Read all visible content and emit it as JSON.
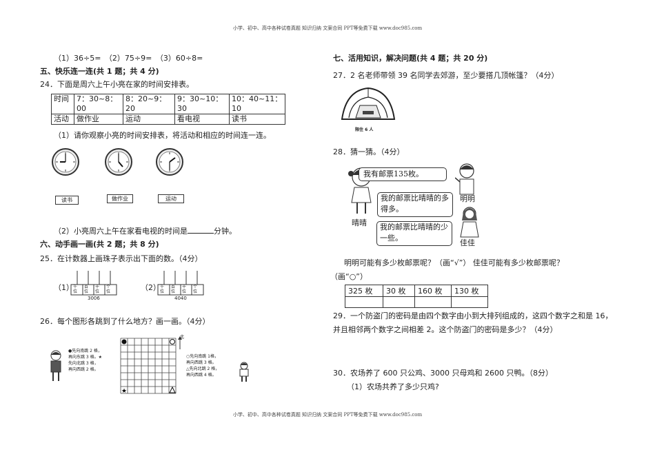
{
  "header_text": "小学、初中、高中各种试卷真题 知识归纳 文案合同 PPT等免费下载    www.doc985.com",
  "footer_text": "小学、初中、高中各种试卷真题 知识归纳 文案合同 PPT等免费下载    www.doc985.com",
  "left": {
    "calc_line": "（1）36÷5=　（2）75÷9=　（3）60÷8=",
    "sec5_title": "五、快乐连一连(共 1 题；共 4 分)",
    "q24": "24．下面是周六上午小亮在家的时间安排表。",
    "schedule": {
      "row1": [
        "时间",
        "7：30~8：00",
        "8：20~9：20",
        "9：30~10：30",
        "10：40~11：10"
      ],
      "row2": [
        "活动",
        "做作业",
        "运动",
        "看电视",
        "读书"
      ]
    },
    "q24_1": "（1）请你观察小亮的时间安排表，将活动和相应的时间连一连。",
    "cards": [
      "读书",
      "做作业",
      "运动"
    ],
    "q24_2_pre": "（2）小亮周六上午在家看电视的时间是",
    "q24_2_post": "分钟。",
    "sec6_title": "六、动手画一画(共 2 题；共 8 分)",
    "q25": "25．在计数器上画珠子表示出下面的数。（4分）",
    "abacus1_label": "（1）",
    "abacus2_label": "（2）",
    "abacus_places": [
      "千位",
      "百位",
      "十位",
      "个位"
    ],
    "abacus1_number": "3006",
    "abacus2_number": "4040",
    "q26": "26．每个图形各跳到了什么地方？画一画。（4分）",
    "q26_left_text": [
      "●先向南跳 2 格，",
      "再向东跳 3 格。★",
      "先向北跳 3 格，",
      "再向西跳 2 格。"
    ],
    "q26_right_text": [
      "○先向南跳 1格，",
      "再向西跳 3 格。",
      "△先向北跳 2 格，",
      "再向西跳 4 格。"
    ],
    "north_label": "北"
  },
  "right": {
    "sec7_title": "七、活用知识，解决问题(共 4 题；共 20 分)",
    "q27": "27．2 名老师带领 39 名同学去郊游，至少要搭几顶帐篷？（4分）",
    "tent_caption": "限住 6 人",
    "q28": "28．猜一猜。（4分）",
    "bubble1": "我有邮票135枚。",
    "bubble2": "我的邮票比晴晴的多得多。",
    "bubble3": "我的邮票比晴晴的少一些。",
    "name_mingming": "明明",
    "name_qingqing": "晴晴",
    "name_jiajia": "佳佳",
    "q28_question": "明明可能有多少枚邮票呢？（画“√”）  佳佳可能有多少枚邮票呢？",
    "q28_question2": "（画“○”）",
    "stamp_options": [
      "325 枚",
      "30 枚",
      "160 枚",
      "130 枚"
    ],
    "q29_line1": "29．一个防盗门的密码是由四个数字由小到大排列组成的，这四个数字之和是 16，",
    "q29_line2": "并且相邻两个数字之间相差 2。这个防盗门的密码是多少？（4分）",
    "q30": "30．农场养了 600 只公鸡、3000 只母鸡和 2600 只鸭。（8分）",
    "q30_1": "（1）农场共养了多少只鸡?"
  }
}
